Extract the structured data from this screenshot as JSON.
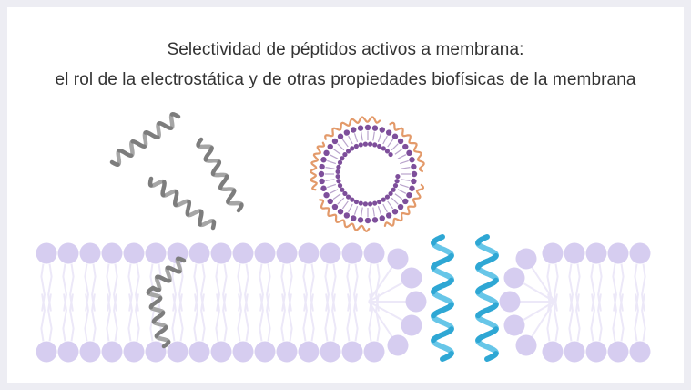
{
  "figure": {
    "title_line_1": "Selectividad de péptidos activos a membrana:",
    "title_line_2": "el rol de la electrostática y de otras propiedades biofísicas de la membrana"
  },
  "colors": {
    "page_border": "#ededf3",
    "background": "#ffffff",
    "lipid_head": "#d6cdf0",
    "lipid_tail": "#ece8f8",
    "peptide_gray": "#7d7d7d",
    "peptide_gray_light": "#a6a6a6",
    "peptide_blue": "#2ea7d4",
    "peptide_blue_light": "#67c6e8",
    "vesicle_head": "#7e4f9b",
    "vesicle_tail": "#b9a4cc",
    "vesicle_peptide": "#e39a6a"
  },
  "elements": {
    "free_peptides": "peptide-helix-gray",
    "vesicle": "liposome-with-bound-peptides",
    "bilayer": "lipid-bilayer",
    "inserted_peptide": "peptide-helix-gray",
    "pore_peptides": "peptide-helix-blue"
  }
}
